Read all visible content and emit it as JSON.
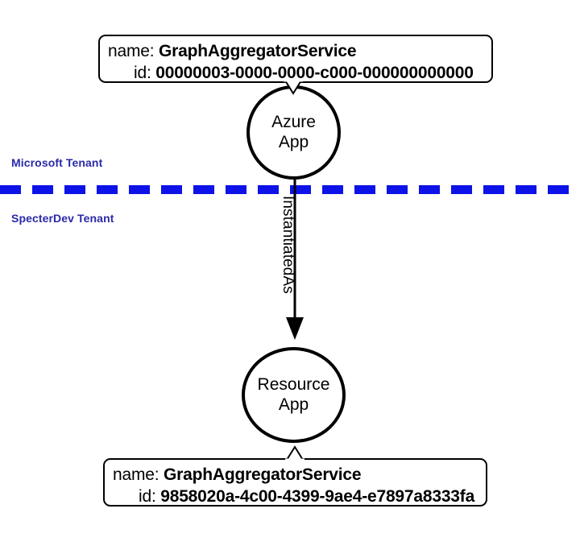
{
  "diagram": {
    "title": "Azure App to Resource App InstantiatedAs relationship across tenants",
    "colors": {
      "divider_blue": "#0d12e8",
      "tenant_label_blue": "#2a2aa8",
      "node_stroke": "#000000",
      "background": "#ffffff"
    }
  },
  "callouts": {
    "top": {
      "name_key": "name:",
      "name_value": "GraphAggregatorService",
      "id_key": "id:",
      "id_value": "00000003-0000-0000-c000-000000000000"
    },
    "bottom": {
      "name_key": "name:",
      "name_value": "GraphAggregatorService",
      "id_key": "id:",
      "id_value": "9858020a-4c00-4399-9ae4-e7897a8333fa"
    }
  },
  "nodes": [
    {
      "id": "azure-app",
      "label_line1": "Azure",
      "label_line2": "App"
    },
    {
      "id": "resource-app",
      "label_line1": "Resource",
      "label_line2": "App"
    }
  ],
  "edges": [
    {
      "id": "instantiatedas",
      "label": "InstantiatedAs",
      "from": "azure-app",
      "to": "resource-app",
      "direction": "down"
    }
  ],
  "tenants": {
    "upper_label": "Microsoft Tenant",
    "lower_label": "SpecterDev Tenant",
    "divider_style": "dashed"
  }
}
